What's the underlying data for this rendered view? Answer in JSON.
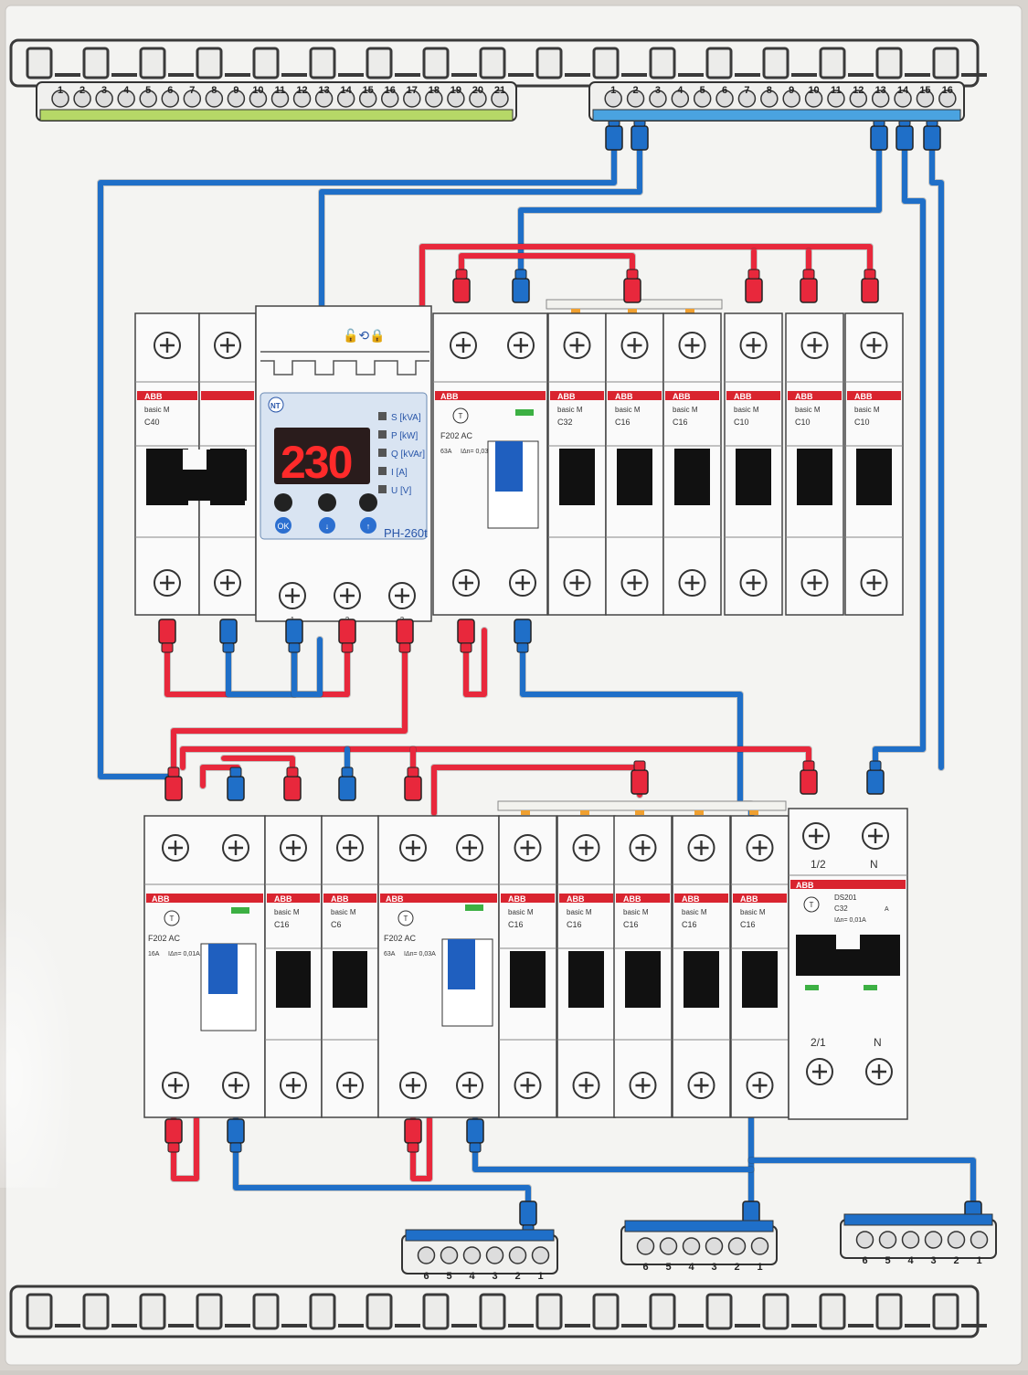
{
  "colors": {
    "phase": "#e8283c",
    "neutral": "#1f6fc8",
    "pe": "#b6d867",
    "neutral_bar": "#4aa3e0",
    "brand_red": "#d9242f",
    "display_red": "#ff2a2a",
    "display_bg": "#2a1c1c",
    "rail": "#3a3a3a"
  },
  "top_pe_bar": {
    "numbers": [
      "1",
      "2",
      "3",
      "4",
      "5",
      "6",
      "7",
      "8",
      "9",
      "10",
      "11",
      "12",
      "13",
      "14",
      "15",
      "16",
      "17",
      "18",
      "19",
      "20",
      "21"
    ]
  },
  "top_n_bar": {
    "numbers": [
      "1",
      "2",
      "3",
      "4",
      "5",
      "6",
      "7",
      "8",
      "9",
      "10",
      "11",
      "12",
      "13",
      "14",
      "15",
      "16"
    ]
  },
  "upper_row": {
    "c40": {
      "brand": "ABB",
      "series": "basic M",
      "rating": "C40"
    },
    "relay": {
      "model": "PH-260t",
      "logo": "NT",
      "display": "230",
      "leds": [
        "S [kVA]",
        "P [kW]",
        "Q [kVAr]",
        "I [A]",
        "U [V]"
      ],
      "buttons": [
        "OK",
        "↓",
        "↑"
      ],
      "terminals": [
        "1",
        "2",
        "3"
      ]
    },
    "rcd": {
      "brand": "ABB",
      "model": "F202 AC",
      "rating": "63A",
      "trip": "IΔn= 0,03A",
      "test": "T"
    },
    "breakers": [
      {
        "brand": "ABB",
        "series": "basic M",
        "rating": "C32"
      },
      {
        "brand": "ABB",
        "series": "basic M",
        "rating": "C16"
      },
      {
        "brand": "ABB",
        "series": "basic M",
        "rating": "C16"
      },
      {
        "brand": "ABB",
        "series": "basic M",
        "rating": "C10"
      },
      {
        "brand": "ABB",
        "series": "basic M",
        "rating": "C10"
      },
      {
        "brand": "ABB",
        "series": "basic M",
        "rating": "C10"
      }
    ]
  },
  "lower_row": {
    "rcd1": {
      "brand": "ABB",
      "model": "F202 AC",
      "rating": "16A",
      "trip": "IΔn= 0,01A",
      "test": "T"
    },
    "b1": {
      "brand": "ABB",
      "series": "basic M",
      "rating": "C16"
    },
    "b2": {
      "brand": "ABB",
      "series": "basic M",
      "rating": "C6"
    },
    "rcd2": {
      "brand": "ABB",
      "model": "F202 AC",
      "rating": "63A",
      "trip": "IΔn= 0,03A",
      "test": "T"
    },
    "breakers": [
      {
        "brand": "ABB",
        "series": "basic M",
        "rating": "C16"
      },
      {
        "brand": "ABB",
        "series": "basic M",
        "rating": "C16"
      },
      {
        "brand": "ABB",
        "series": "basic M",
        "rating": "C16"
      },
      {
        "brand": "ABB",
        "series": "basic M",
        "rating": "C16"
      },
      {
        "brand": "ABB",
        "series": "basic M",
        "rating": "C16"
      }
    ],
    "ds": {
      "brand": "ABB",
      "model": "DS201",
      "rating": "C32",
      "unit": "A",
      "trip": "IΔn= 0,01A",
      "test": "T",
      "top_left": "1/2",
      "top_right": "N",
      "bottom_left": "2/1",
      "bottom_right": "N"
    }
  },
  "bottom_n_bars": [
    {
      "numbers": [
        "6",
        "5",
        "4",
        "3",
        "2",
        "1"
      ]
    },
    {
      "numbers": [
        "6",
        "5",
        "4",
        "3",
        "2",
        "1"
      ]
    },
    {
      "numbers": [
        "6",
        "5",
        "4",
        "3",
        "2",
        "1"
      ]
    }
  ]
}
